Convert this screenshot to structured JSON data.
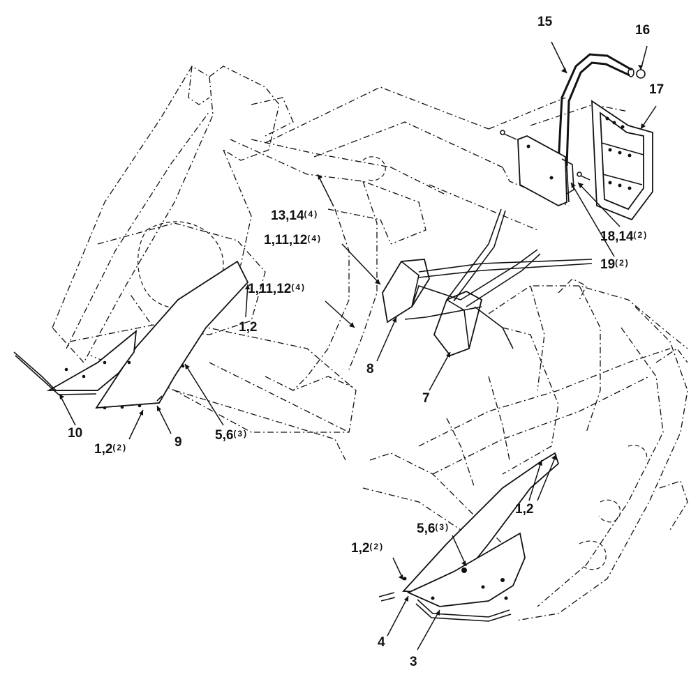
{
  "callouts": [
    {
      "id": "15",
      "text": "15",
      "qty": ""
    },
    {
      "id": "16",
      "text": "16",
      "qty": ""
    },
    {
      "id": "17",
      "text": "17",
      "qty": ""
    },
    {
      "id": "13-14",
      "text": "13,14",
      "qty": "(4)"
    },
    {
      "id": "18-14",
      "text": "18,14",
      "qty": "(2)"
    },
    {
      "id": "19",
      "text": "19",
      "qty": "(2)"
    },
    {
      "id": "1-11-12-a",
      "text": "1,11,12",
      "qty": "(4)"
    },
    {
      "id": "1-11-12-b",
      "text": "1,11,12",
      "qty": "(4)"
    },
    {
      "id": "1-2-a",
      "text": "1,2",
      "qty": ""
    },
    {
      "id": "8",
      "text": "8",
      "qty": ""
    },
    {
      "id": "7",
      "text": "7",
      "qty": ""
    },
    {
      "id": "10",
      "text": "10",
      "qty": ""
    },
    {
      "id": "1-2-b",
      "text": "1,2",
      "qty": "(2)"
    },
    {
      "id": "9",
      "text": "9",
      "qty": ""
    },
    {
      "id": "5-6-a",
      "text": "5,6",
      "qty": "(3)"
    },
    {
      "id": "5-6-b",
      "text": "5,6",
      "qty": "(3)"
    },
    {
      "id": "1-2-c",
      "text": "1,2",
      "qty": ""
    },
    {
      "id": "1-2-d",
      "text": "1,2",
      "qty": "(2)"
    },
    {
      "id": "4",
      "text": "4",
      "qty": ""
    },
    {
      "id": "3",
      "text": "3",
      "qty": ""
    }
  ]
}
